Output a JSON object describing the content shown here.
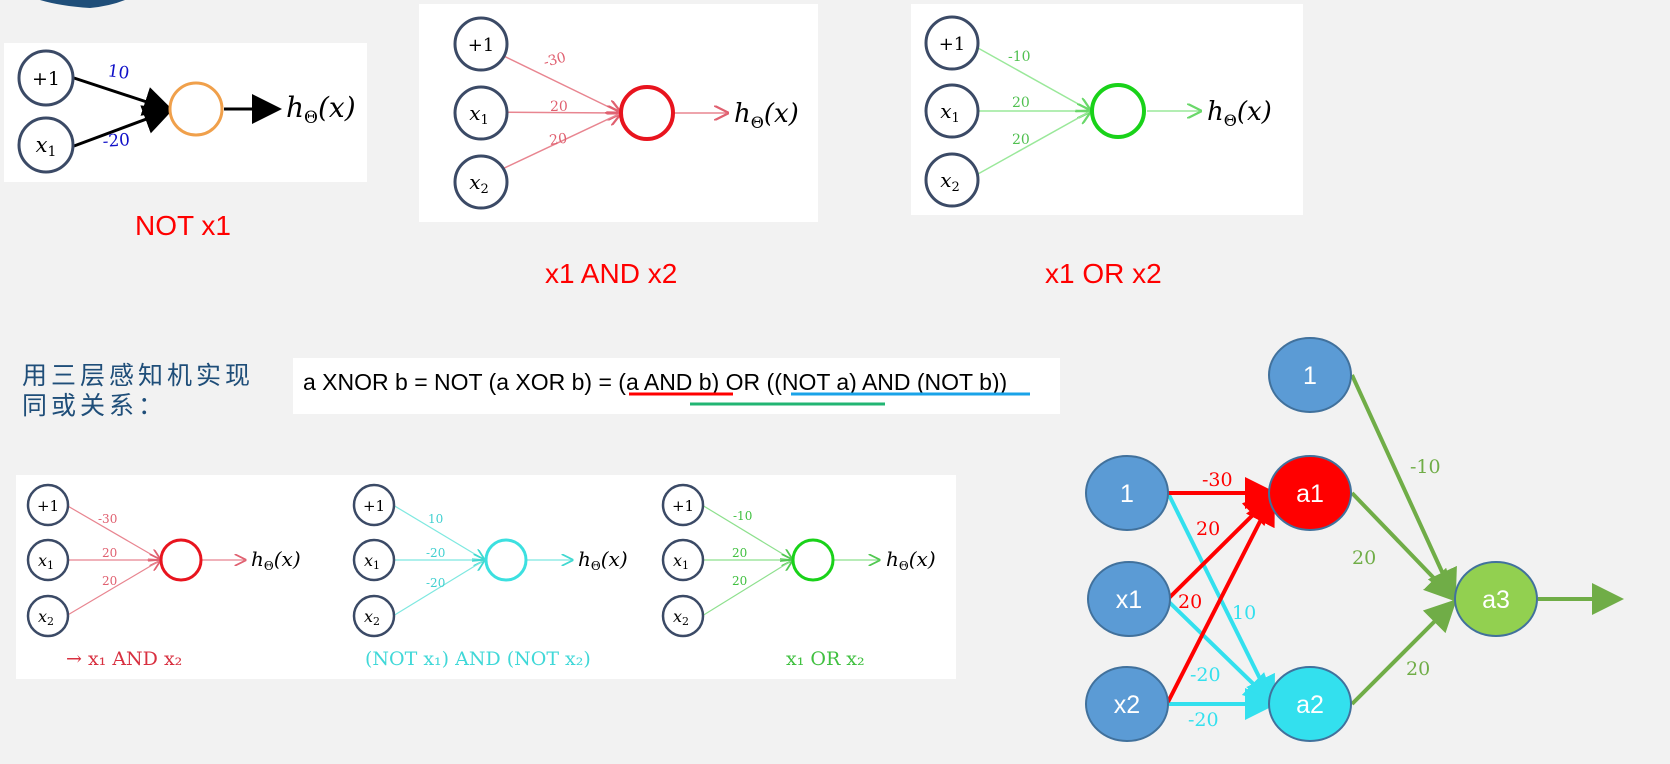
{
  "top_panels": {
    "not": {
      "nodes": [
        "+1",
        "x",
        "1"
      ],
      "weights": [
        "10",
        "-20"
      ],
      "output": "h",
      "output_sub": "Θ",
      "output_arg": "(x)",
      "caption": "NOT x1"
    },
    "and": {
      "nodes": [
        "+1",
        "x",
        "1",
        "x",
        "2"
      ],
      "weights": [
        "-30",
        "20",
        "20"
      ],
      "output": "h",
      "output_sub": "Θ",
      "output_arg": "(x)",
      "caption": "x1 AND x2"
    },
    "or": {
      "nodes": [
        "+1",
        "x",
        "1",
        "x",
        "2"
      ],
      "weights": [
        "-10",
        "20",
        "20"
      ],
      "output": "h",
      "output_sub": "Θ",
      "output_arg": "(x)",
      "caption": "x1 OR x2"
    }
  },
  "middle": {
    "chinese_line1": "用三层感知机实现",
    "chinese_line2": "同或关系：",
    "formula": "a XNOR b = NOT (a XOR b) = (a AND b) OR ((NOT a) AND (NOT b))"
  },
  "bottom_panel": {
    "and": {
      "weights": [
        "-30",
        "20",
        "20"
      ],
      "caption": "→ x₁ AND x₂"
    },
    "nor": {
      "weights": [
        "10",
        "-20",
        "-20"
      ],
      "caption": "(NOT x₁) AND (NOT x₂)"
    },
    "or": {
      "weights": [
        "-10",
        "20",
        "20"
      ],
      "caption": "x₁ OR x₂"
    },
    "node_plus": "+1",
    "node_x": "x",
    "sub1": "1",
    "sub2": "2",
    "out_h": "h",
    "out_sub": "Θ",
    "out_arg": "(x)"
  },
  "network": {
    "input_nodes": [
      "1",
      "x1",
      "x2"
    ],
    "hidden_bias": "1",
    "hidden_nodes": [
      "a1",
      "a2"
    ],
    "output_node": "a3",
    "red_weights": [
      "-30",
      "20",
      "20"
    ],
    "cyan_weights": [
      "10",
      "-20",
      "-20"
    ],
    "green_weights": [
      "-10",
      "20",
      "20"
    ]
  },
  "colors": {
    "red": "#ff0000",
    "cyan": "#33e0ee",
    "green": "#70ad47",
    "node_blue": "#5b9bd5",
    "node_border": "#41719c"
  }
}
